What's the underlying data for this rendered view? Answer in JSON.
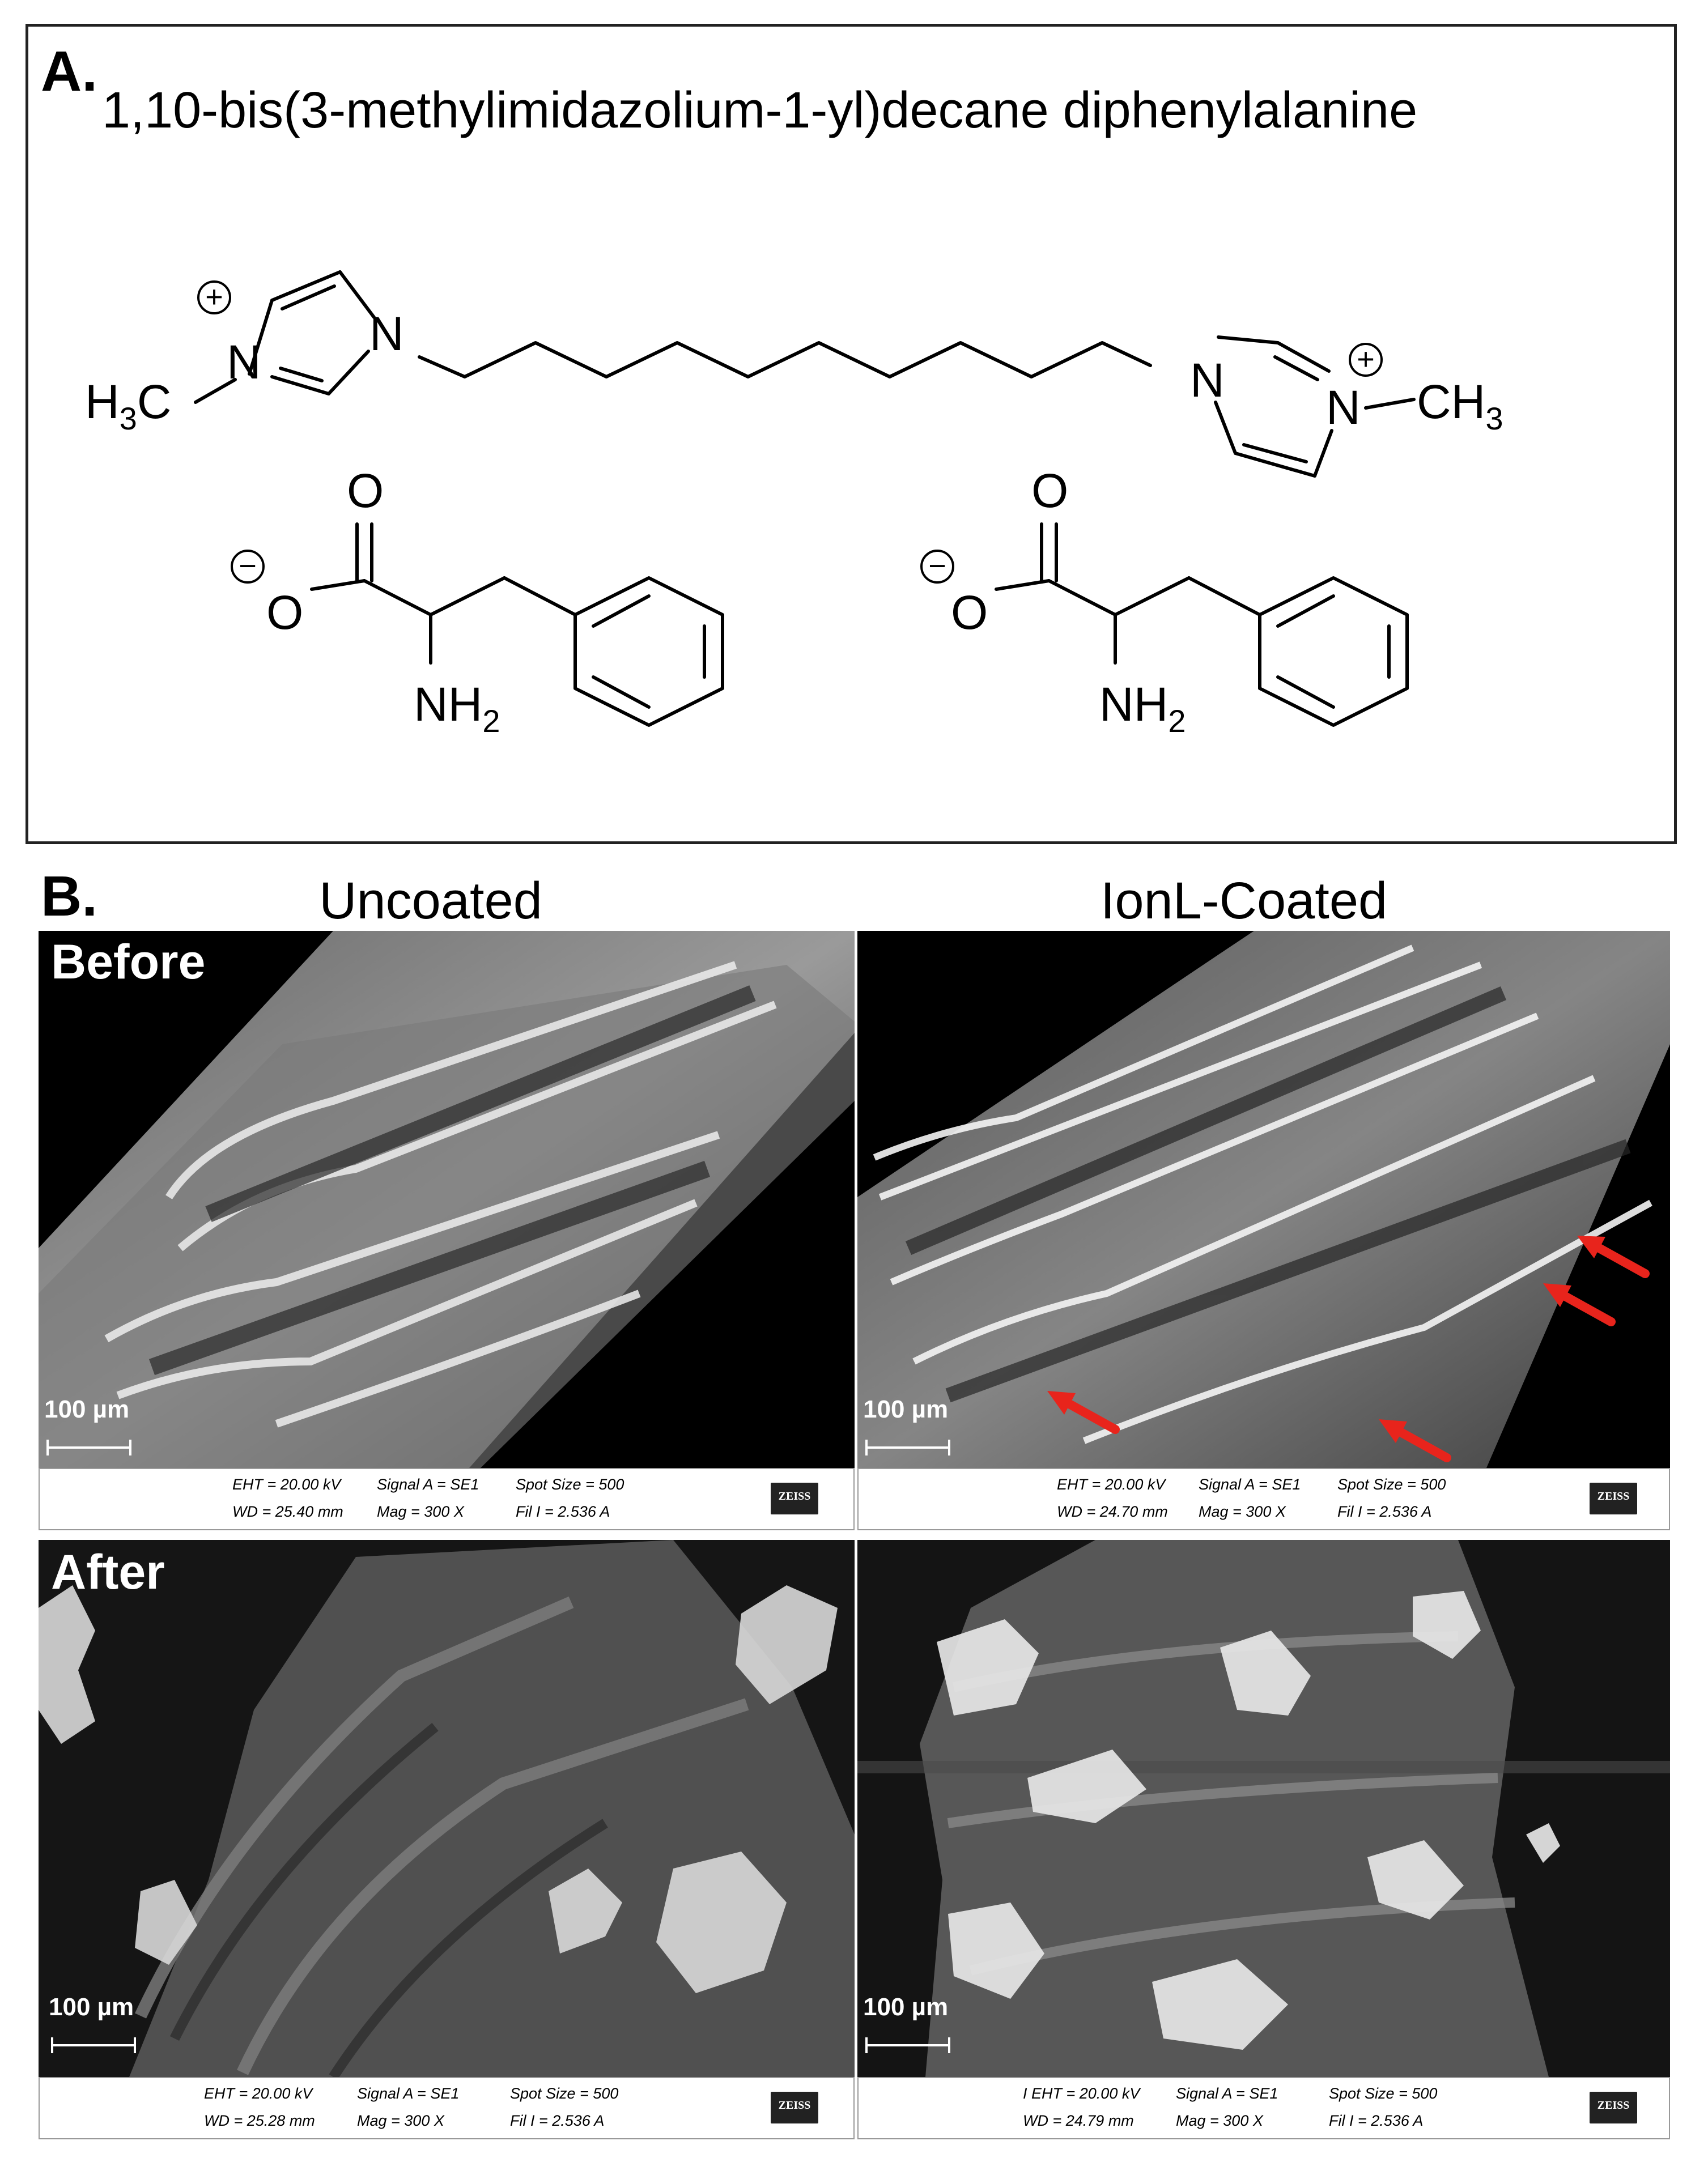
{
  "panel_a": {
    "letter": "A.",
    "title": "1,10-bis(3-methylimidazolium-1-yl)decane diphenylalanine",
    "atoms": {
      "plus": "+",
      "minus": "−",
      "n": "N",
      "o": "O",
      "h3c_h": "H",
      "h3c_3": "3",
      "h3c_c": "C",
      "ch3_ch": "CH",
      "ch3_3": "3",
      "nh2_nh": "NH",
      "nh2_2": "2"
    }
  },
  "panel_b": {
    "letter": "B.",
    "col_uncoated": "Uncoated",
    "col_coated": "IonL-Coated",
    "row_before": "Before",
    "row_after": "After",
    "scale_label": "100 µm",
    "brand": "ZEISS",
    "info": [
      {
        "eht": "EHT = 20.00 kV",
        "signal": "Signal A = SE1",
        "spot": "Spot Size = 500",
        "wd": "WD = 25.40 mm",
        "mag": "Mag =   300 X",
        "fil": "Fil I =  2.536 A"
      },
      {
        "eht": "EHT = 20.00 kV",
        "signal": "Signal A = SE1",
        "spot": "Spot Size = 500",
        "wd": "WD = 24.70 mm",
        "mag": "Mag =   300 X",
        "fil": "Fil I =  2.536 A"
      },
      {
        "eht": "EHT = 20.00 kV",
        "signal": "Signal A = SE1",
        "spot": "Spot Size = 500",
        "wd": "WD = 25.28 mm",
        "mag": "Mag =   300 X",
        "fil": "Fil I =  2.536 A"
      },
      {
        "eht": "I EHT = 20.00 kV",
        "signal": "Signal A = SE1",
        "spot": "Spot Size = 500",
        "wd": "WD = 24.79 mm",
        "mag": "Mag =   300 X",
        "fil": "Fil I =  2.536 A"
      }
    ],
    "arrow_color": "#e8241c"
  }
}
